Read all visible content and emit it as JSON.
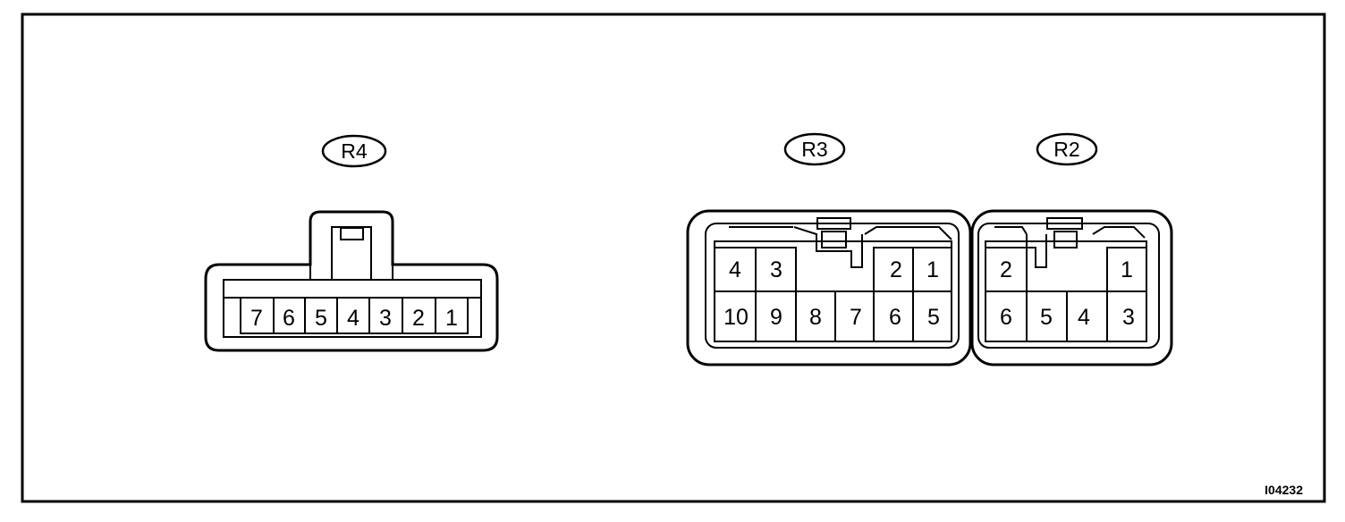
{
  "figure_id": "I04232",
  "colors": {
    "line": "#000000",
    "background": "#ffffff"
  },
  "connectors": [
    {
      "id": "r4",
      "label": "R4",
      "pins": [
        "7",
        "6",
        "5",
        "4",
        "3",
        "2",
        "1"
      ]
    },
    {
      "id": "r3",
      "label": "R3",
      "top_row": [
        "4",
        "3",
        "2",
        "1"
      ],
      "bottom_row": [
        "10",
        "9",
        "8",
        "7",
        "6",
        "5"
      ]
    },
    {
      "id": "r2",
      "label": "R2",
      "top_row": [
        "2",
        "1"
      ],
      "bottom_row": [
        "6",
        "5",
        "4",
        "3"
      ]
    }
  ]
}
